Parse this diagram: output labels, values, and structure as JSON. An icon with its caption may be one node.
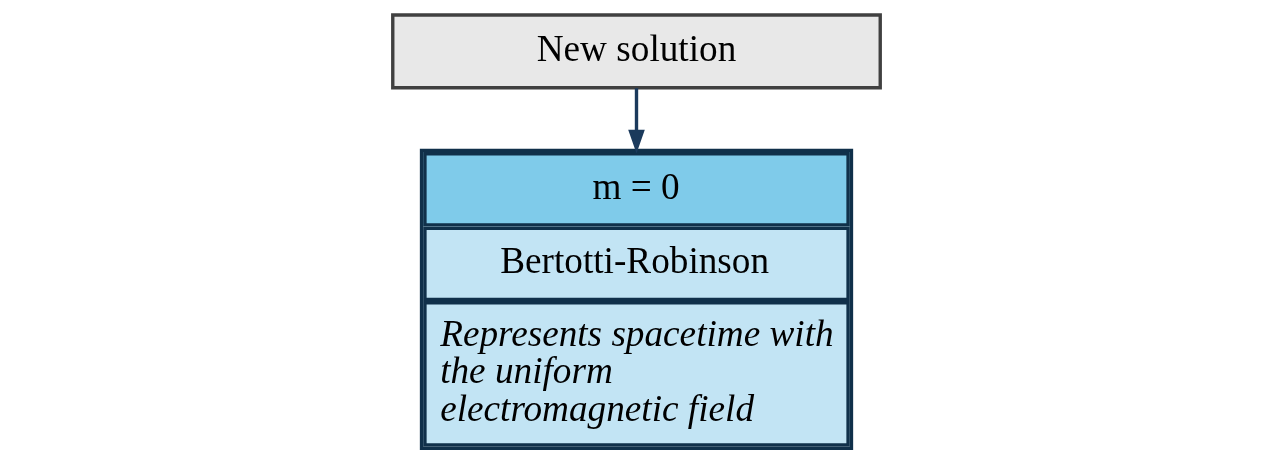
{
  "diagram": {
    "nodes": [
      {
        "text": [
          "New solution"
        ]
      },
      {
        "text": [
          "m = 0",
          "Bertotti-Robinson",
          "Represents spacetime with the uniform electromagnetic field"
        ]
      }
    ],
    "edges": [
      {
        "from": 0,
        "to": 1,
        "arrow": "to"
      }
    ]
  }
}
